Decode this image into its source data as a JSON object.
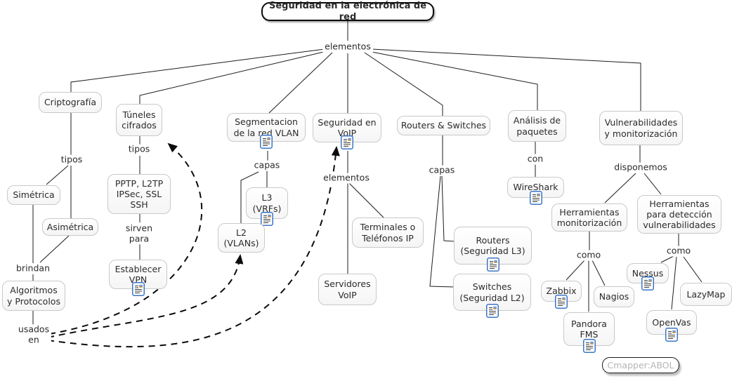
{
  "title": "Seguridad en la electrónica de red",
  "watermark": "Cmapper:ABOL",
  "colors": {
    "box_border": "#c9c9c9",
    "title_border": "#0b0b0b",
    "line": "#1c1c1c",
    "text": "#2b2b2b",
    "watermark_text": "#b5b5b5",
    "resource_icon_border": "#3a76c6"
  },
  "nodes": {
    "crypto": "Criptografía",
    "tunnels": "Túneles\ncifrados",
    "segment": "Segmentacion\nde la red VLAN",
    "voip": "Seguridad en\nVoIP",
    "routersw": "Routers & Switches",
    "analysis": "Análisis de\npaquetes",
    "vuln": "Vulnerabilidades\ny monitorización",
    "simetrica": "Simétrica",
    "asimetrica": "Asimétrica",
    "algoritmos": "Algoritmos\ny Protocolos",
    "pptp": "PPTP, L2TP\nIPSec, SSL\nSSH",
    "vpn": "Establecer\nVPN",
    "l3": "L3\n(VRFs)",
    "l2": "L2\n(VLANs)",
    "terminales": "Terminales o\nTeléfonos IP",
    "servidores": "Servidores\nVoIP",
    "routers": "Routers\n(Seguridad L3)",
    "switches": "Switches\n(Seguridad L2)",
    "wireshark": "WireShark",
    "herr_mon": "Herramientas\nmonitorización",
    "herr_det": "Herramientas\npara detección\nvulnerabilidades",
    "zabbix": "Zabbix",
    "nagios": "Nagios",
    "pandora": "Pandora\nFMS",
    "nessus": "Nessus",
    "lazymap": "LazyMap",
    "openvas": "OpenVas"
  },
  "labels": {
    "elementos1": "elementos",
    "tipos1": "tipos",
    "tipos2": "tipos",
    "capas1": "capas",
    "capas2": "capas",
    "elementos2": "elementos",
    "con": "con",
    "disponemos": "disponemos",
    "brindan": "brindan",
    "usados": "usados\nen",
    "sirven": "sirven\npara",
    "como1": "como",
    "como2": "como"
  }
}
